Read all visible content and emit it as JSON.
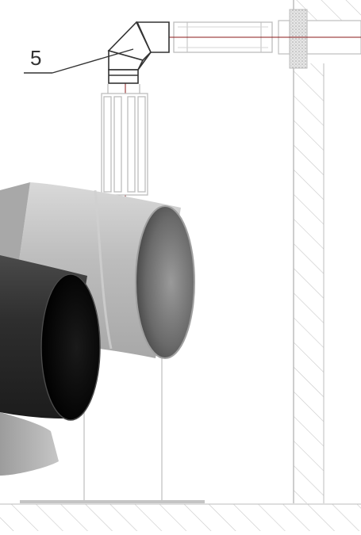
{
  "diagram": {
    "callout": {
      "label": "5"
    },
    "colors": {
      "line": "#bdbdbd",
      "dark_line": "#333333",
      "red_axis": "#8b1a1a",
      "pipe_light": "#bfbfbf",
      "pipe_dark": "#2a2a2a",
      "hatch": "#c8c8c8"
    },
    "parts": [
      "elbow-90",
      "horizontal-pipe",
      "wall-passthrough",
      "vertical-flexible-pipe",
      "light-elbow-pipe",
      "dark-elbow-pipe"
    ]
  }
}
